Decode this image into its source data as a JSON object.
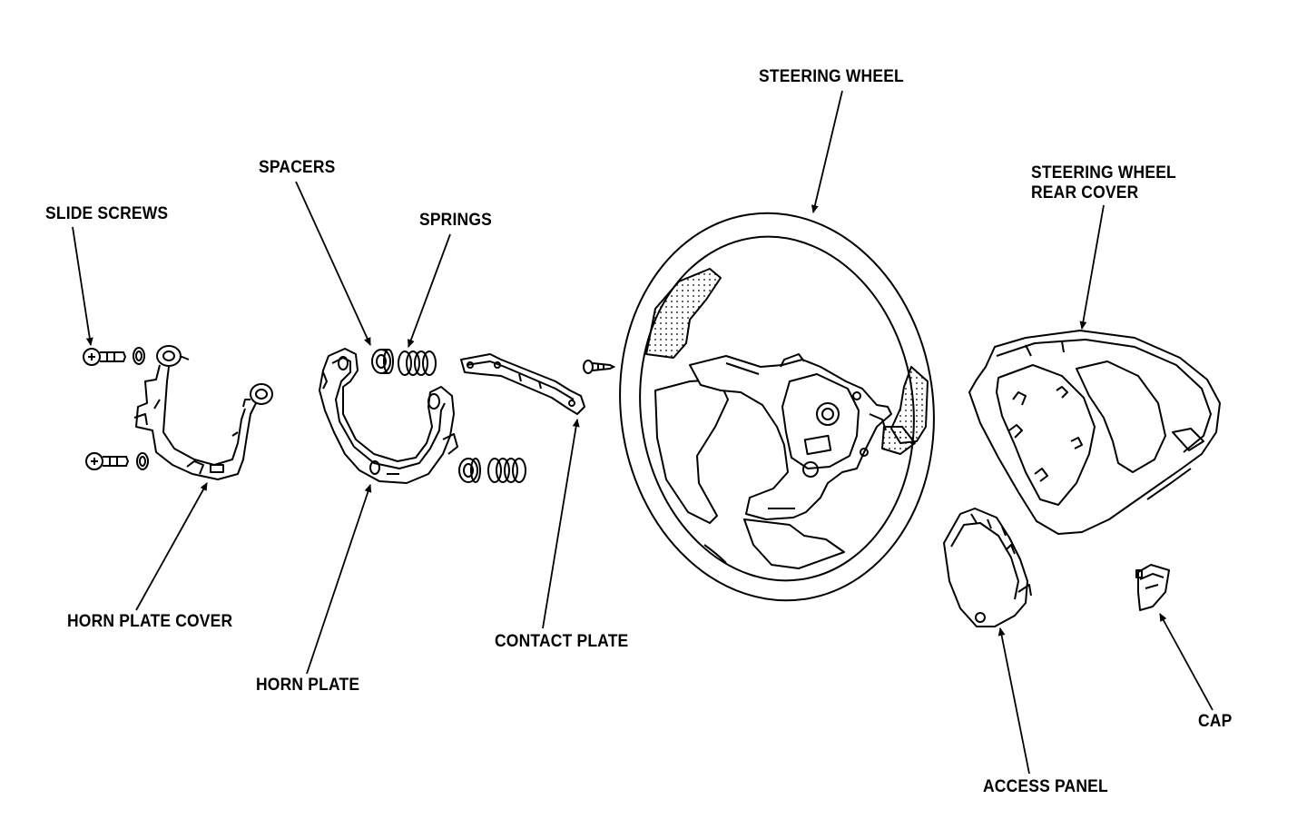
{
  "diagram": {
    "labels": {
      "steering_wheel": "STEERING WHEEL",
      "steering_wheel_rear_cover_line1": "STEERING WHEEL",
      "steering_wheel_rear_cover_line2": "REAR COVER",
      "spacers": "SPACERS",
      "springs": "SPRINGS",
      "slide_screws": "SLIDE SCREWS",
      "horn_plate_cover": "HORN PLATE COVER",
      "horn_plate": "HORN PLATE",
      "contact_plate": "CONTACT PLATE",
      "access_panel": "ACCESS PANEL",
      "cap": "CAP"
    },
    "colors": {
      "ink": "#000000",
      "paper": "#ffffff"
    }
  }
}
